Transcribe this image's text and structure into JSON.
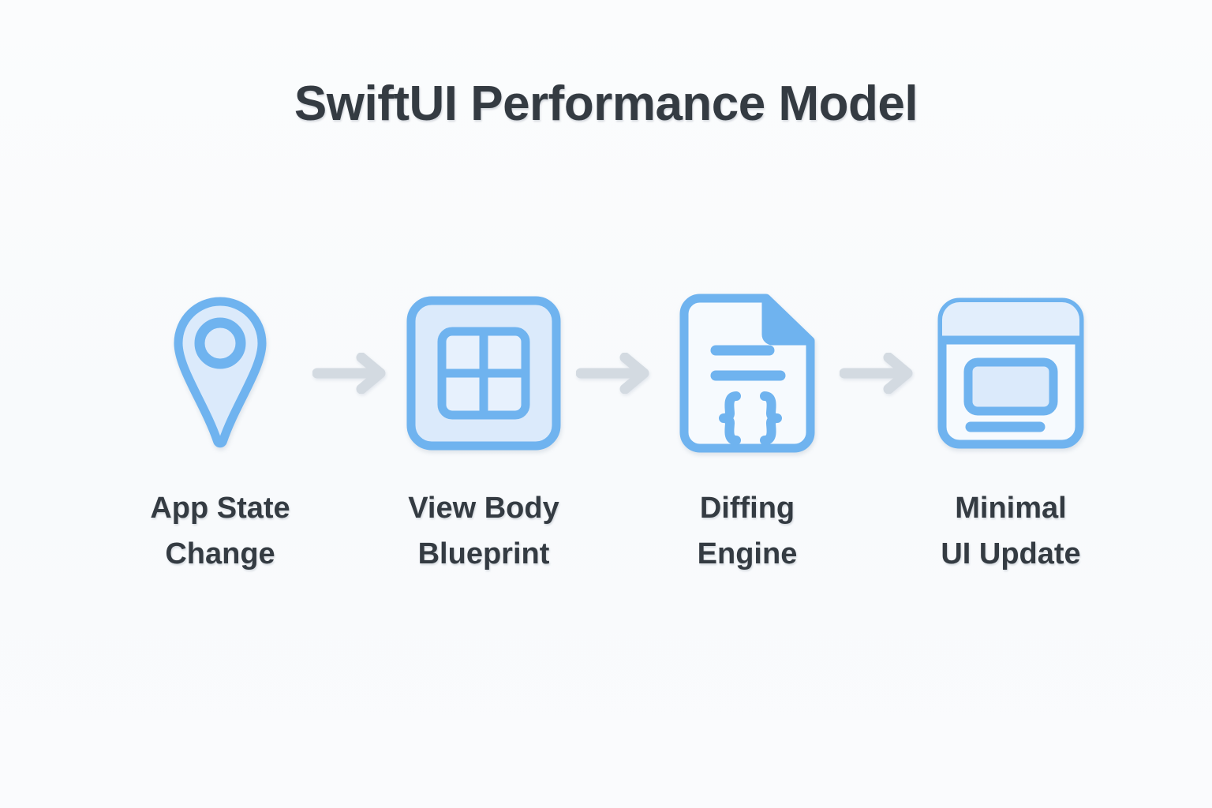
{
  "page": {
    "title": "SwiftUI Performance Model",
    "background_color": "#fafbfd",
    "text_color": "#343b42"
  },
  "palette": {
    "stroke_blue": "#6fb3ef",
    "fill_light_blue": "#dbeafb",
    "fill_pale": "#f6fafe",
    "arrow_gray": "#d3dae1"
  },
  "flow": {
    "type": "left-to-right-pipeline",
    "arrow_glyph": "arrow-right",
    "steps": [
      {
        "index": 1,
        "label": "App State\nChange",
        "icon": "map-pin-icon",
        "icon_description": "location pin with center ring"
      },
      {
        "index": 2,
        "label": "View Body\nBlueprint",
        "icon": "grid-layout-icon",
        "icon_description": "rounded square containing a 2x2 grid"
      },
      {
        "index": 3,
        "label": "Diffing\nEngine",
        "icon": "code-document-icon",
        "icon_description": "document with folded corner, two text lines and curly braces"
      },
      {
        "index": 4,
        "label": "Minimal\nUI Update",
        "icon": "browser-window-icon",
        "icon_description": "window frame with title bar, content block and a line"
      }
    ],
    "arrows": [
      {
        "index": 1,
        "from": "App State Change",
        "to": "View Body Blueprint"
      },
      {
        "index": 2,
        "from": "View Body Blueprint",
        "to": "Diffing Engine"
      },
      {
        "index": 3,
        "from": "Diffing Engine",
        "to": "Minimal UI Update"
      }
    ]
  }
}
